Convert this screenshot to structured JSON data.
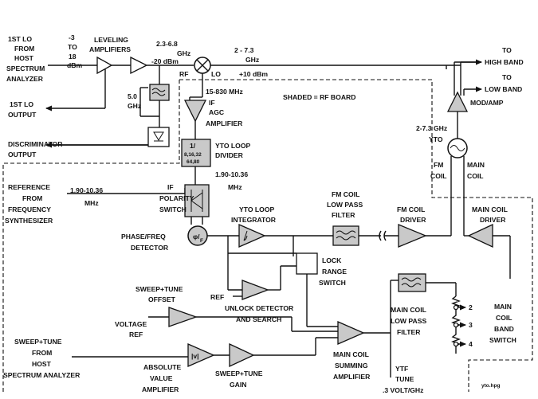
{
  "labels": {
    "first_lo_from_host": [
      "1ST LO",
      "FROM",
      "HOST",
      "SPECTRUM",
      "ANALYZER"
    ],
    "first_lo_level": [
      "-3",
      "TO",
      "18",
      "dBm"
    ],
    "leveling_amplifiers": [
      "LEVELING",
      "AMPLIFIERS"
    ],
    "first_lo_output": [
      "1ST LO",
      "OUTPUT"
    ],
    "detector_freq": [
      "5.0",
      "GHz"
    ],
    "discriminator_output": [
      "DISCRIMINATOR",
      "OUTPUT"
    ],
    "lo_freq": [
      "2.3-6.8",
      "GHz"
    ],
    "lo_level": "-20 dBm",
    "rf_port": "RF",
    "lo_port": "LO",
    "if_range": "15-830 MHz",
    "out_freq": [
      "2 - 7.3",
      "GHz"
    ],
    "out_level": "+10 dBm",
    "to_high_band": [
      "TO",
      "HIGH BAND"
    ],
    "to_low_band": [
      "TO",
      "LOW BAND"
    ],
    "mod_amp": "MOD/AMP",
    "shaded_note": "SHADED = RF BOARD",
    "if_agc": [
      "IF",
      "AGC",
      "AMPLIFIER"
    ],
    "yto_divider_block": [
      "1/",
      "8,16,32",
      "64,80"
    ],
    "yto_loop_divider": [
      "YTO LOOP",
      "DIVIDER"
    ],
    "divider_out_freq": [
      "1.90-10.36",
      "MHz"
    ],
    "yto": [
      "2-7.3 GHz",
      "YTO"
    ],
    "fm_coil": [
      "FM",
      "COIL"
    ],
    "main_coil": [
      "MAIN",
      "COIL"
    ],
    "reference": [
      "REFERENCE",
      "FROM",
      "FREQUENCY",
      "SYNTHESIZER"
    ],
    "ref_freq": [
      "1.90-10.36",
      "MHz"
    ],
    "if_polarity_switch": [
      "IF",
      "POLARITY",
      "SWITCH"
    ],
    "phase_freq_detector": "PHASE/FREQ DETECTOR",
    "pfd_symbol": [
      "φ/",
      "F"
    ],
    "yto_loop_integrator": [
      "YTO LOOP",
      "INTEGRATOR"
    ],
    "fm_coil_lpf": [
      "FM COIL",
      "LOW PASS",
      "FILTER"
    ],
    "fm_coil_driver": [
      "FM COIL",
      "DRIVER"
    ],
    "main_coil_driver": [
      "MAIN COIL",
      "DRIVER"
    ],
    "lock_range_switch": [
      "LOCK",
      "RANGE",
      "SWITCH"
    ],
    "ref_short": "REF",
    "unlock_detector": [
      "UNLOCK DETECTOR",
      "AND SEARCH"
    ],
    "sweep_tune_offset": [
      "SWEEP+TUNE",
      "OFFSET"
    ],
    "voltage_ref": [
      "VOLTAGE",
      "REF"
    ],
    "main_coil_lpf": [
      "MAIN COIL",
      "LOW PASS",
      "FILTER"
    ],
    "band_positions": [
      "2",
      "3",
      "4"
    ],
    "main_coil_band_switch": [
      "MAIN",
      "COIL",
      "BAND",
      "SWITCH"
    ],
    "sweep_tune_from_host": [
      "SWEEP+TUNE",
      "FROM",
      "HOST",
      "SPECTRUM ANALYZER"
    ],
    "abs_symbol": "|v|",
    "absolute_value_amplifier": [
      "ABSOLUTE",
      "VALUE",
      "AMPLIFIER"
    ],
    "sweep_tune_gain": [
      "SWEEP+TUNE",
      "GAIN"
    ],
    "main_coil_summing": [
      "MAIN COIL",
      "SUMMING",
      "AMPLIFIER"
    ],
    "ytf_tune": [
      "YTF",
      "TUNE",
      ".3 VOLT/GHz"
    ],
    "file_name": "yto.hpg"
  }
}
